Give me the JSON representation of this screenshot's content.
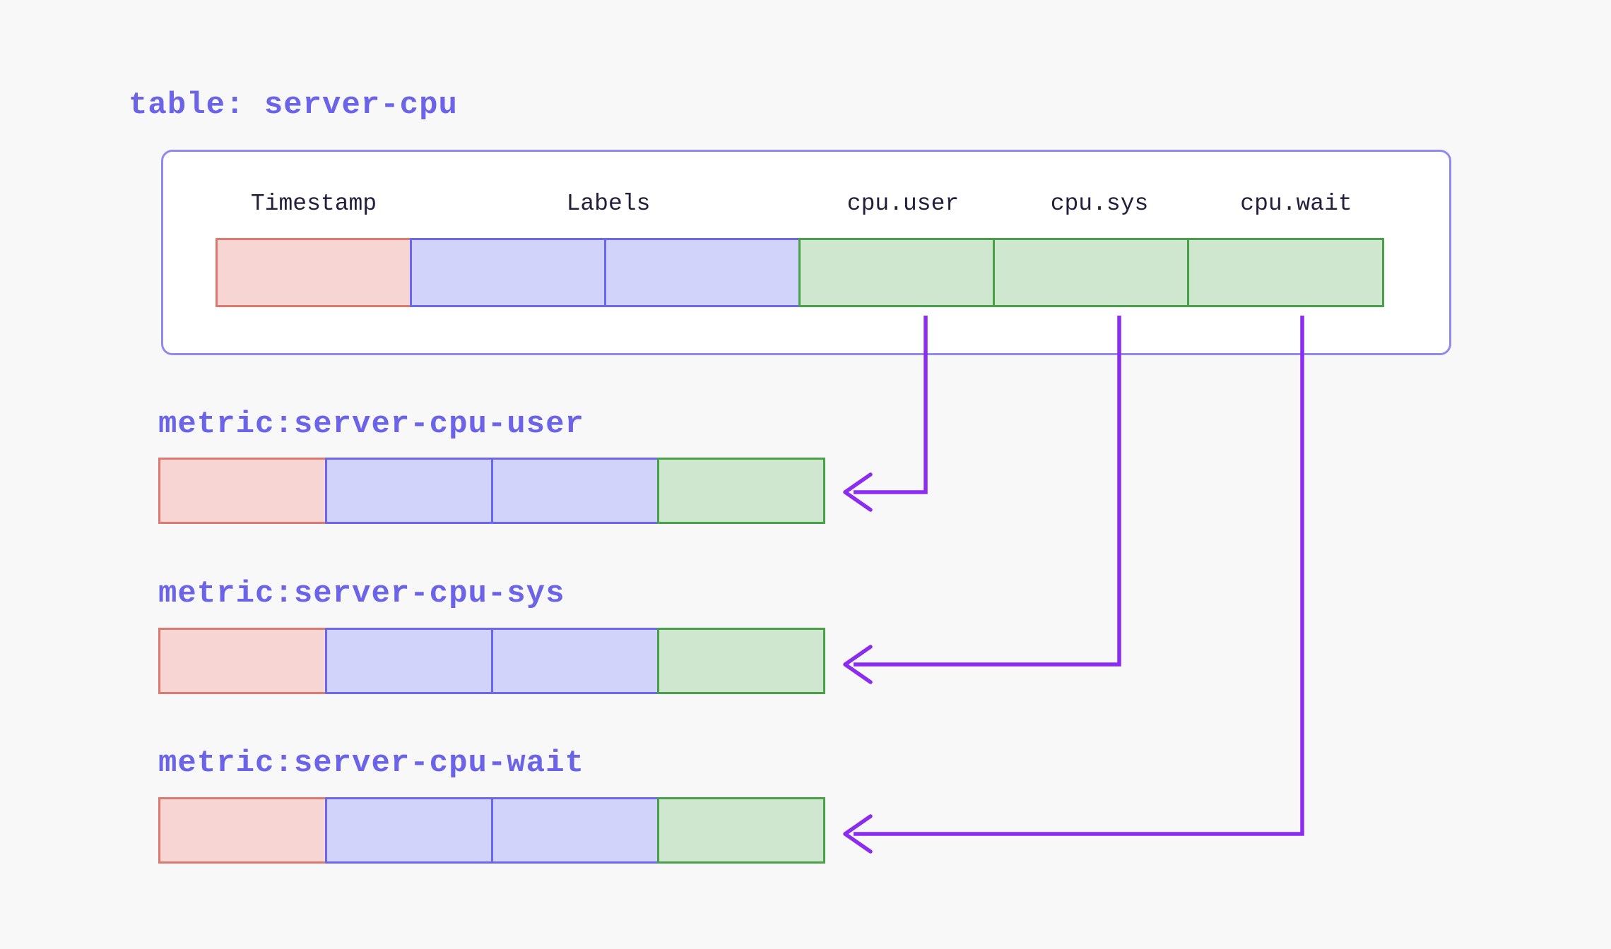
{
  "table": {
    "title": "table: server-cpu",
    "headers": [
      "Timestamp",
      "Labels",
      "cpu.user",
      "cpu.sys",
      "cpu.wait"
    ],
    "cell_types": [
      "timestamp",
      "label",
      "label",
      "value",
      "value",
      "value"
    ]
  },
  "metrics": [
    {
      "title": "metric:server-cpu-user",
      "cell_types": [
        "timestamp",
        "label",
        "label",
        "value"
      ]
    },
    {
      "title": "metric:server-cpu-sys",
      "cell_types": [
        "timestamp",
        "label",
        "label",
        "value"
      ]
    },
    {
      "title": "metric:server-cpu-wait",
      "cell_types": [
        "timestamp",
        "label",
        "label",
        "value"
      ]
    }
  ],
  "arrows": [
    {
      "from": "cpu.user",
      "to": "metric:server-cpu-user"
    },
    {
      "from": "cpu.sys",
      "to": "metric:server-cpu-sys"
    },
    {
      "from": "cpu.wait",
      "to": "metric:server-cpu-wait"
    }
  ],
  "colors": {
    "background": "#f8f8f8",
    "title_text": "#6b64e8",
    "header_text": "#241e3c",
    "table_border": "#8f8af2",
    "table_fill": "#ffffff",
    "timestamp_fill": "#f6d5d2",
    "timestamp_border": "#dd796f",
    "label_fill": "#d2d3fa",
    "label_border": "#6b68ee",
    "value_fill": "#d0e7cf",
    "value_border": "#48a148",
    "arrow": "#8b2cf0"
  }
}
